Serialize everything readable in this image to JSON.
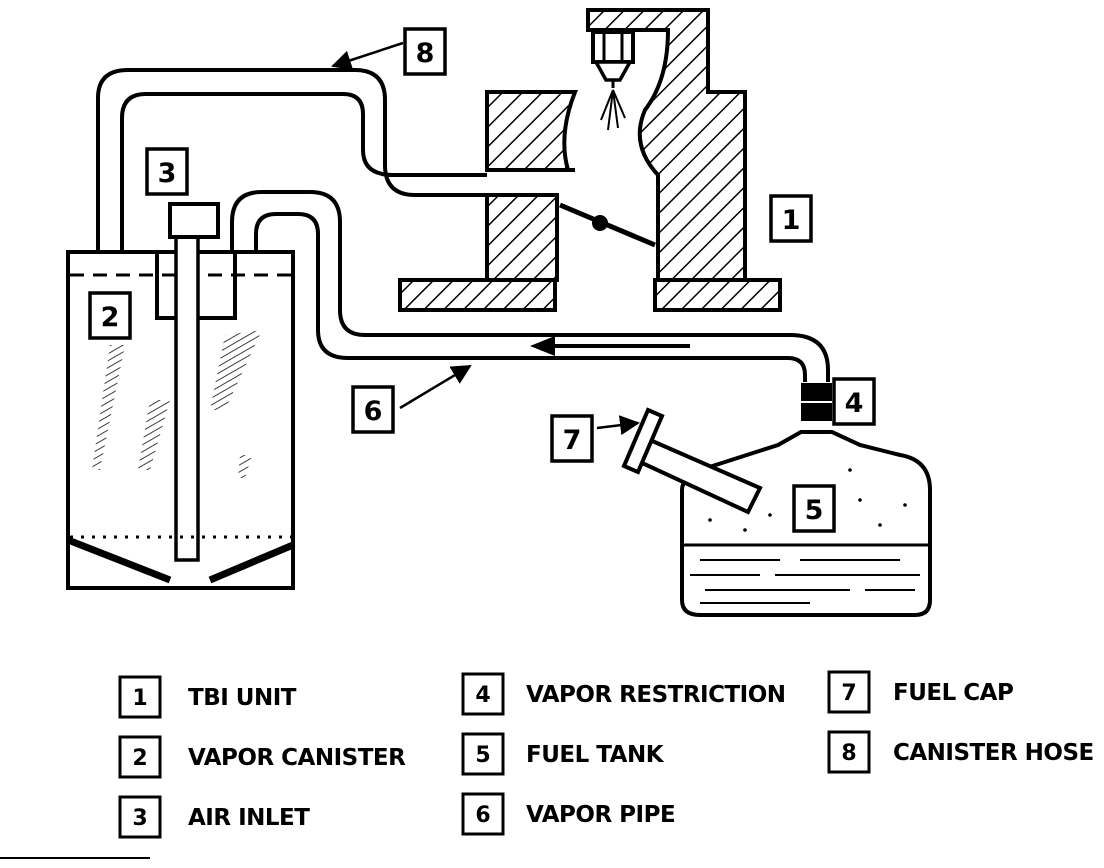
{
  "callouts": [
    {
      "number": "1"
    },
    {
      "number": "2"
    },
    {
      "number": "3"
    },
    {
      "number": "4"
    },
    {
      "number": "5"
    },
    {
      "number": "6"
    },
    {
      "number": "7"
    },
    {
      "number": "8"
    }
  ],
  "legend": [
    {
      "number": "1",
      "label": "TBI UNIT"
    },
    {
      "number": "2",
      "label": "VAPOR CANISTER"
    },
    {
      "number": "3",
      "label": "AIR INLET"
    },
    {
      "number": "4",
      "label": "VAPOR RESTRICTION"
    },
    {
      "number": "5",
      "label": "FUEL TANK"
    },
    {
      "number": "6",
      "label": "VAPOR PIPE"
    },
    {
      "number": "7",
      "label": "FUEL CAP"
    },
    {
      "number": "8",
      "label": "CANISTER HOSE"
    }
  ]
}
